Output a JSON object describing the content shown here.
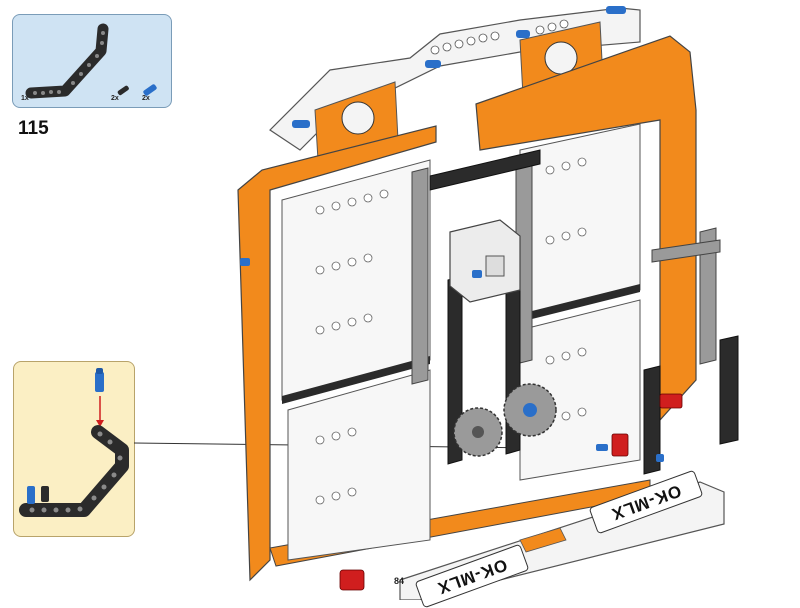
{
  "parts": {
    "items": [
      {
        "icon": "bent-liftarm-icon",
        "qty": "1x"
      },
      {
        "icon": "black-pin-icon",
        "qty": "2x"
      },
      {
        "icon": "blue-pin-icon",
        "qty": "2x"
      }
    ]
  },
  "step_number": "115",
  "page_number": "84",
  "license_plate": "OK-MLX",
  "colors": {
    "parts_box_bg": "#cfe3f3",
    "subassembly_bg": "#fbefc4",
    "orange": "#f28a1c",
    "white": "#f4f4f4",
    "black": "#2b2b2b",
    "gray": "#9a9a9a",
    "blue": "#2a6fc9",
    "red": "#d01e1e"
  }
}
